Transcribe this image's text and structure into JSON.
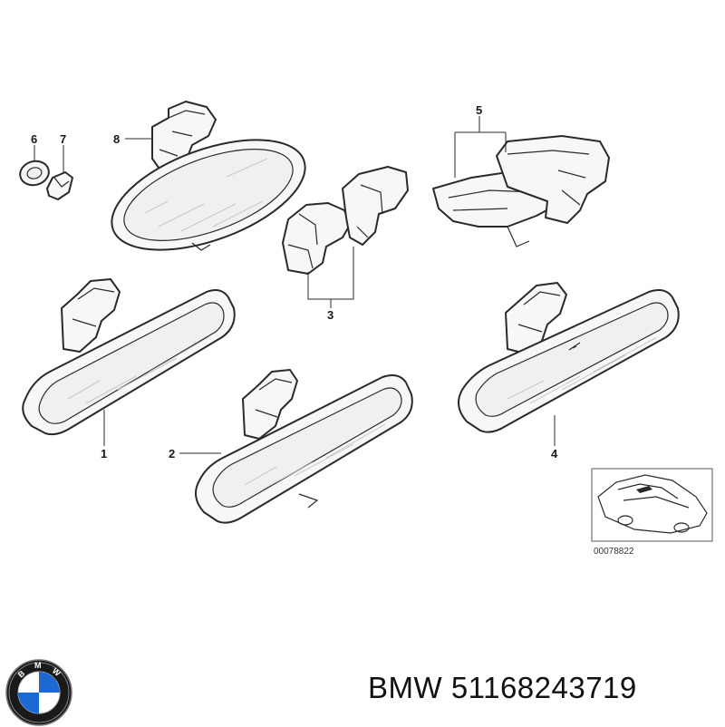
{
  "diagram": {
    "callouts": [
      "1",
      "2",
      "3",
      "4",
      "5",
      "6",
      "7",
      "8"
    ],
    "reference_code": "00078822"
  },
  "caption": {
    "brand": "BMW",
    "part_number": "51168243719"
  },
  "logo": {
    "name": "bmw-roundel",
    "colors": {
      "ring": "#1a1a1a",
      "blue": "#1c69d4",
      "white": "#ffffff"
    }
  }
}
